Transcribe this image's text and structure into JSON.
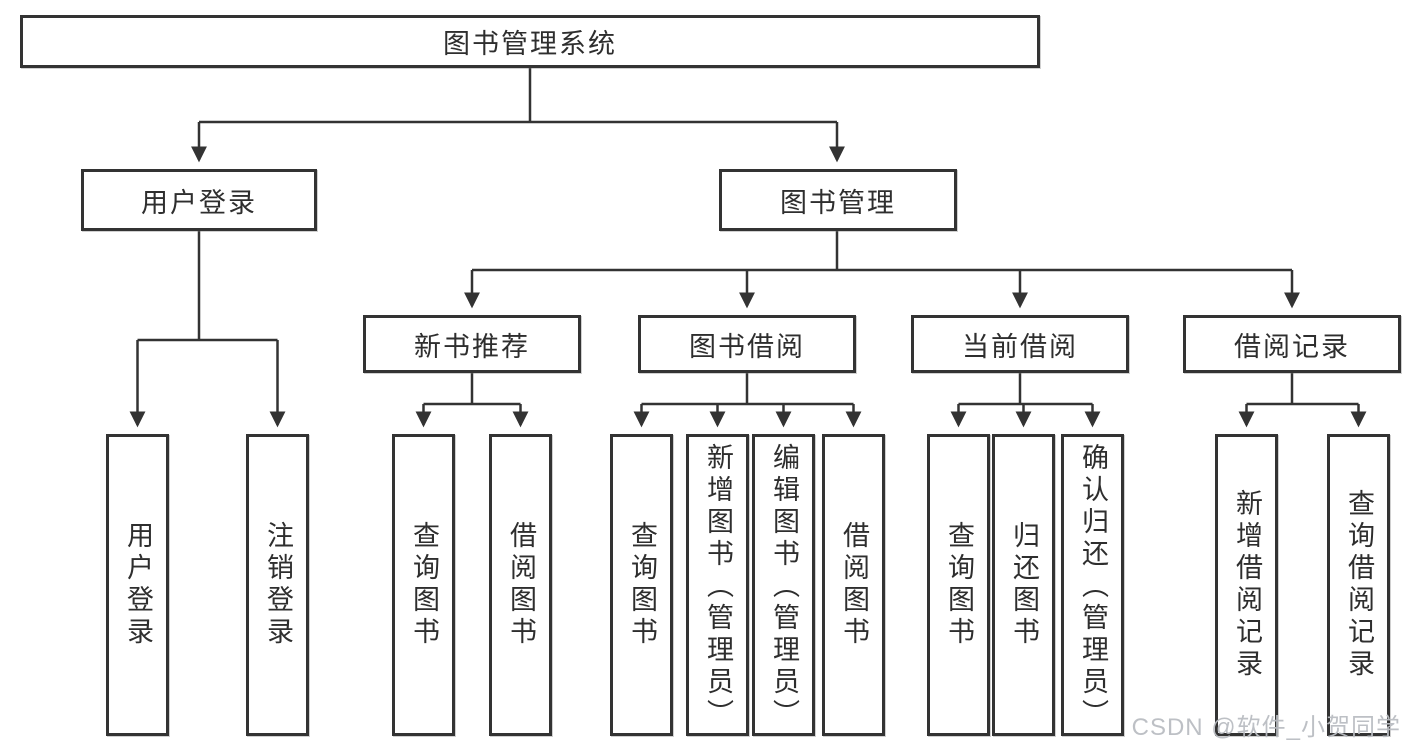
{
  "diagram": {
    "root": {
      "label": "图书管理系统"
    },
    "branches": [
      {
        "label": "用户登录"
      },
      {
        "label": "图书管理"
      }
    ],
    "modules": [
      {
        "label": "新书推荐"
      },
      {
        "label": "图书借阅"
      },
      {
        "label": "当前借阅"
      },
      {
        "label": "借阅记录"
      }
    ],
    "leaves": [
      {
        "label": "用户登录"
      },
      {
        "label": "注销登录"
      },
      {
        "label": "查询图书"
      },
      {
        "label": "借阅图书"
      },
      {
        "label": "查询图书"
      },
      {
        "label": "新增图书（管理员）"
      },
      {
        "label": "编辑图书（管理员）"
      },
      {
        "label": "借阅图书"
      },
      {
        "label": "查询图书"
      },
      {
        "label": "归还图书"
      },
      {
        "label": "确认归还（管理员）"
      },
      {
        "label": "新增借阅记录"
      },
      {
        "label": "查询借阅记录"
      }
    ]
  },
  "watermark": "CSDN @软件_小贺同学",
  "colors": {
    "line": "#333333",
    "text": "#2e2e2e",
    "background": "#ffffff",
    "watermark": "#b9bdc2"
  }
}
